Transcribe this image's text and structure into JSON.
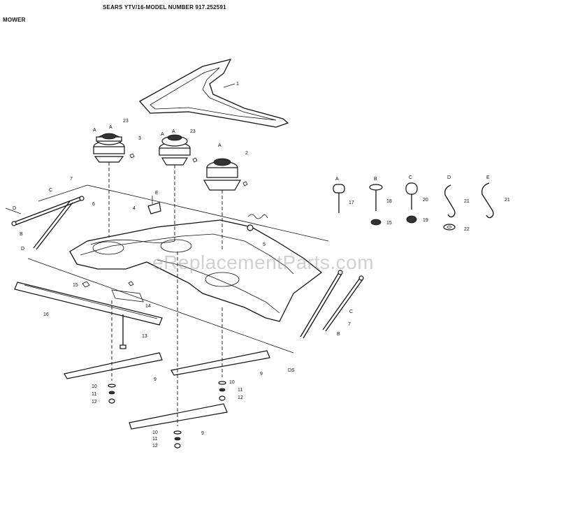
{
  "header": {
    "title": "SEARS YTV/16-MODEL NUMBER 917.252591",
    "section": "MOWER"
  },
  "watermark": "eReplacementParts.com",
  "callouts": {
    "belt": "1",
    "spindle_center": "2",
    "bolt": "3",
    "bracket": "4",
    "bracket_label_e": "E",
    "spring": "5",
    "arm": "6",
    "arm_left": "7",
    "arm_right": "7",
    "link_c1": "C",
    "link_c2": "C",
    "link_d": "D",
    "link_d2": "D",
    "link_b": "B",
    "link_b2": "B",
    "blade_center": "9",
    "blade_right": "9",
    "blade_bottom": "9",
    "washer_a": "10",
    "washer_b": "10",
    "washer_c": "10",
    "lock_a": "11",
    "lock_b": "11",
    "lock_c": "11",
    "nut_a": "12",
    "nut_b": "12",
    "nut_c": "12",
    "bolt_long": "13",
    "plate": "14",
    "pin": "15",
    "bar": "16",
    "deck_ref": "DS",
    "spindle_left": "23",
    "spindle_mid": "23",
    "marker_a1": "A",
    "marker_a2": "A",
    "marker_a3": "A",
    "marker_a4": "A",
    "marker_a5": "A"
  },
  "hardware": [
    {
      "letter": "A",
      "part": "17"
    },
    {
      "letter": "B",
      "part": "18"
    },
    {
      "letter": "C",
      "part": "20"
    },
    {
      "letter": "D",
      "part": "21"
    },
    {
      "letter": "E",
      "part": "21"
    }
  ],
  "hardware_lower": [
    {
      "part": "15"
    },
    {
      "part": "19"
    },
    {
      "part": "22"
    }
  ],
  "colors": {
    "ink": "#111111",
    "paper": "#ffffff",
    "watermark": "#969696"
  }
}
